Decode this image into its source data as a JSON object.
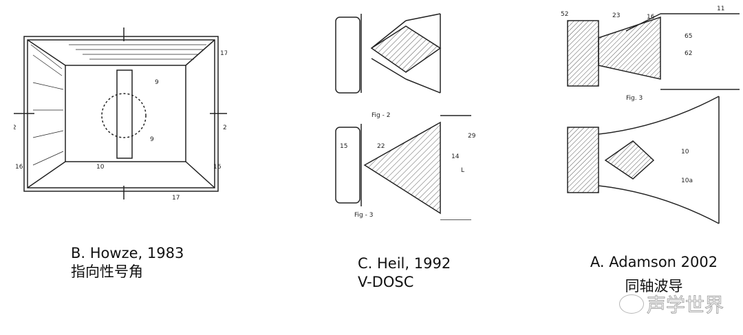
{
  "figures": [
    {
      "caption_line1": "B. Howze, 1983",
      "caption_line2": "指向性号角",
      "labels": [
        "17",
        "9",
        "9",
        "16",
        "16",
        "10",
        "17",
        "2",
        "2"
      ]
    },
    {
      "caption_line1": "C. Heil, 1992",
      "caption_line2": "V-DOSC",
      "labels": [
        "Fig - 2",
        "Fig - 3",
        "15",
        "14",
        "29",
        "22",
        "L"
      ]
    },
    {
      "caption_line1": "A. Adamson 2002",
      "caption_line2": "同轴波导",
      "labels": [
        "Fig. 3",
        "52",
        "23",
        "16",
        "11",
        "65",
        "62",
        "10",
        "10a"
      ]
    }
  ],
  "watermark": "声学世界"
}
